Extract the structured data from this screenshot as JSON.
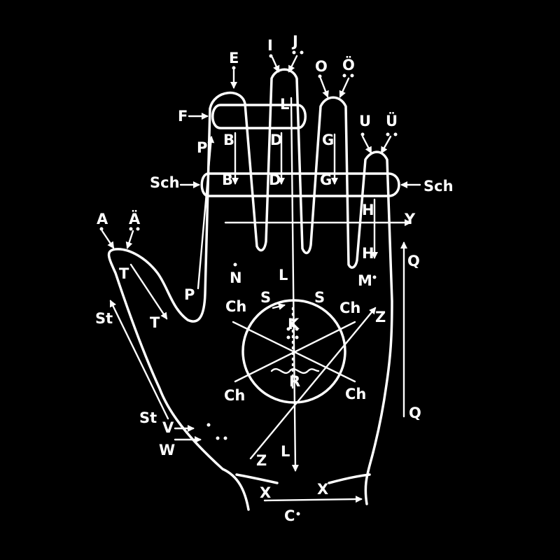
{
  "labels": {
    "E": "E",
    "I": "I",
    "J": "J",
    "O": "O",
    "O_uml": "Ö",
    "U": "U",
    "U_uml": "Ü",
    "F": "F",
    "P": "P",
    "B": "B",
    "D": "D",
    "L": "L",
    "G": "G",
    "Sch": "Sch",
    "H": "H",
    "Y": "Y",
    "A": "A",
    "A_uml": "Ä",
    "T": "T",
    "N": "N",
    "M": "M",
    "Q": "Q",
    "St": "St",
    "S": "S",
    "Ch": "Ch",
    "Z": "Z",
    "K": "K",
    "R": "R",
    "V": "V",
    "W": "W",
    "X": "X",
    "C": "C"
  },
  "colors": {
    "background": "#000000",
    "ink": "#ffffff"
  }
}
